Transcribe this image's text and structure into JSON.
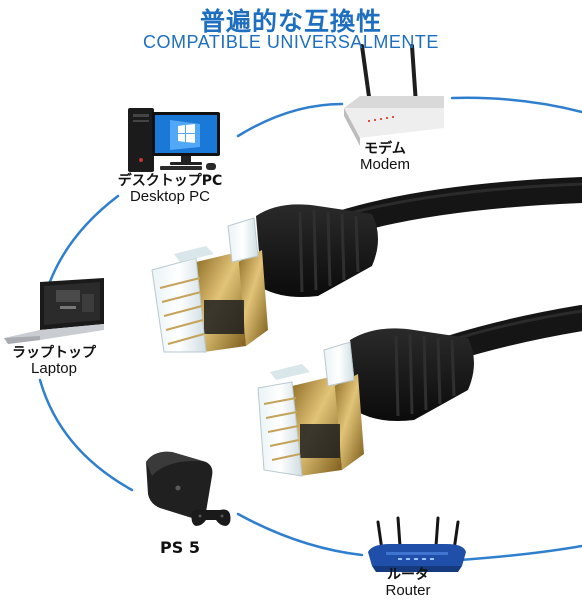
{
  "heading": {
    "title_jp": "普遍的な互換性",
    "title_en": "COMPATIBLE UNIVERSALMENTE"
  },
  "devices": {
    "desktop": {
      "label_jp": "デスクトップPC",
      "label_en": "Desktop PC"
    },
    "modem": {
      "label_jp": "モデム",
      "label_en": "Modem"
    },
    "laptop": {
      "label_jp": "ラップトップ",
      "label_en": "Laptop"
    },
    "ps5": {
      "label": "PS 5"
    },
    "router": {
      "label_jp": "ルータ",
      "label_en": "Router"
    }
  },
  "colors": {
    "accent_blue": "#1f6fc0",
    "arc_blue": "#2f7fcf",
    "cable_black": "#151515",
    "connector_gold": "#c9a24a"
  }
}
